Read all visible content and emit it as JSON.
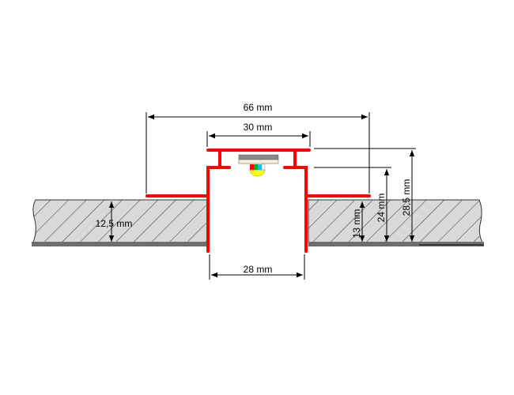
{
  "dimensions": {
    "total_width": "66 mm",
    "top_width": "30 mm",
    "inner_width": "28 mm",
    "board_thickness": "12,5 mm",
    "flange_height": "13 mm",
    "lip_height": "24 mm",
    "total_height": "28,5 mm"
  },
  "colors": {
    "profile": "#ff0000",
    "board": "#d9d9d9",
    "board_base": "#6e6e6e"
  }
}
